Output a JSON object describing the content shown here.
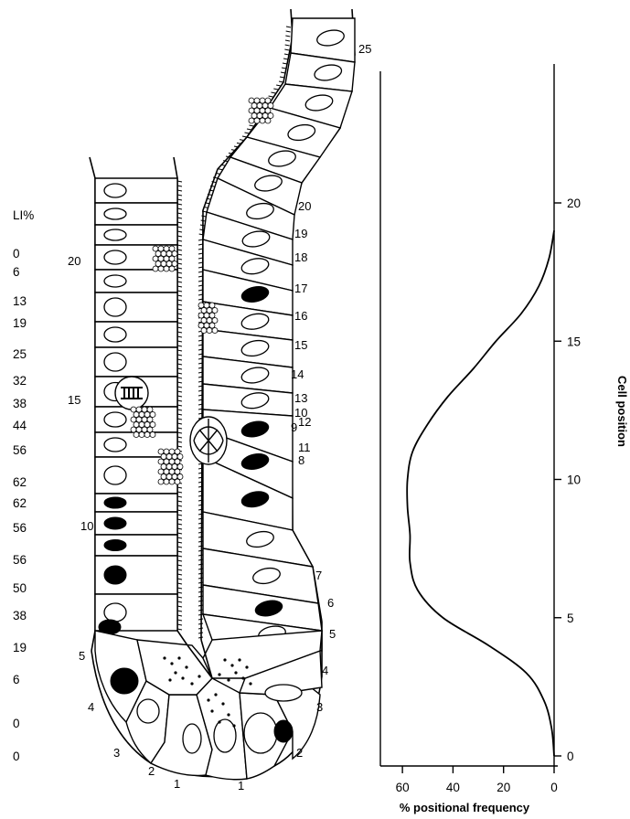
{
  "li_header": "LI%",
  "li_values": [
    "0",
    "6",
    "13",
    "19",
    "25",
    "32",
    "38",
    "44",
    "56",
    "62",
    "62",
    "56",
    "56",
    "50",
    "38",
    "19",
    "6",
    "0",
    "0"
  ],
  "left_column_numbers": [
    "20",
    "15",
    "10",
    "5",
    "4",
    "3",
    "2",
    "1"
  ],
  "right_column_numbers": [
    "25",
    "20",
    "19",
    "18",
    "17",
    "16",
    "15",
    "14",
    "13",
    "12",
    "11",
    "10",
    "9",
    "8",
    "7",
    "6",
    "5",
    "4",
    "3",
    "2",
    "1"
  ],
  "chart_data": {
    "type": "line",
    "title": "",
    "xlabel": "% positional frequency",
    "ylabel": "Cell position",
    "x_axis": {
      "ticks": [
        "60",
        "40",
        "20",
        "0"
      ],
      "range": [
        0,
        68
      ],
      "reversed": true
    },
    "y_axis": {
      "ticks": [
        "0",
        "5",
        "10",
        "15",
        "20"
      ],
      "range": [
        0,
        24
      ]
    },
    "series": [
      {
        "points": [
          {
            "x": 0,
            "y": 0
          },
          {
            "x": 1,
            "y": 1
          },
          {
            "x": 4,
            "y": 2
          },
          {
            "x": 11,
            "y": 3
          },
          {
            "x": 26,
            "y": 4
          },
          {
            "x": 44,
            "y": 5
          },
          {
            "x": 54,
            "y": 6
          },
          {
            "x": 57,
            "y": 7
          },
          {
            "x": 57,
            "y": 8
          },
          {
            "x": 58,
            "y": 9
          },
          {
            "x": 58,
            "y": 10
          },
          {
            "x": 56,
            "y": 11
          },
          {
            "x": 50,
            "y": 12
          },
          {
            "x": 42,
            "y": 13
          },
          {
            "x": 32,
            "y": 14
          },
          {
            "x": 23,
            "y": 15
          },
          {
            "x": 13,
            "y": 16
          },
          {
            "x": 6,
            "y": 17
          },
          {
            "x": 2,
            "y": 18
          },
          {
            "x": 0,
            "y": 19
          }
        ]
      }
    ]
  }
}
